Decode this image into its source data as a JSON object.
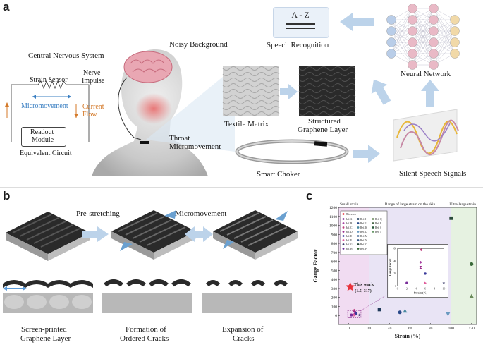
{
  "panel_a": {
    "letter": "a",
    "labels": {
      "noisy_background": "Noisy Background",
      "speech_recognition": "Speech Recognition",
      "neural_network": "Neural Network",
      "central_nervous_system": "Central Nervous System",
      "nerve_impulse_1": "Nerve",
      "nerve_impulse_2": "Impulse",
      "strain_sensor": "Strain Sensor",
      "micromovement": "Micromovement",
      "current_flow_1": "Current",
      "current_flow_2": "Flow",
      "readout_1": "Readout",
      "readout_2": "Module",
      "equivalent_circuit": "Equivalent Circuit",
      "textile_matrix": "Textile Matrix",
      "structured_1": "Structured",
      "structured_2": "Graphene Layer",
      "throat_1": "Throat",
      "throat_2": "Micromovement",
      "smart_choker": "Smart Choker",
      "silent_speech": "Silent Speech Signals",
      "az": "A - Z"
    }
  },
  "panel_b": {
    "letter": "b",
    "labels": {
      "pre_stretching": "Pre-stretching",
      "micromovement": "Micromovement",
      "screen_printed_1": "Screen-printed",
      "screen_printed_2": "Graphene Layer",
      "formation_1": "Formation of",
      "formation_2": "Ordered Cracks",
      "expansion_1": "Expansion of",
      "expansion_2": "Cracks"
    }
  },
  "panel_c": {
    "letter": "c",
    "regions": {
      "small": "Small strain",
      "range": "Range of large strain on the skin",
      "ultra": "Ultra-large strain"
    },
    "this_work_1": "This work",
    "this_work_2": "(1.5, 317)",
    "colors": {
      "small": "#f1dcf2",
      "mid": "#e9e4f5",
      "ultra": "#e6f2e1"
    }
  },
  "chart_data": [
    {
      "type": "scatter",
      "xlabel": "Strain (%)",
      "ylabel": "Gauge Factor",
      "xlim": [
        -10,
        125
      ],
      "ylim": [
        -100,
        1200
      ],
      "xticks": [
        0,
        20,
        40,
        60,
        80,
        100,
        120
      ],
      "yticks": [
        0,
        100,
        200,
        300,
        400,
        500,
        600,
        700,
        800,
        900,
        1000,
        1100,
        1200
      ],
      "legend": [
        "This work",
        "Ref. A",
        "Ref. B",
        "Ref. C",
        "Ref. D",
        "Ref. E",
        "Ref. F",
        "Ref. G",
        "Ref. H",
        "Ref. I",
        "Ref. J",
        "Ref. K",
        "Ref. L",
        "Ref. M",
        "Ref. N",
        "Ref. O",
        "Ref. P",
        "Ref. Q",
        "Ref. R",
        "Ref. S",
        "Ref. T"
      ],
      "points": [
        {
          "x": 1.5,
          "y": 317,
          "marker": "star",
          "color": "#e8323c"
        },
        {
          "x": 2,
          "y": 5,
          "marker": "circle",
          "color": "#7a2f9a"
        },
        {
          "x": 5,
          "y": 38,
          "marker": "diamond",
          "color": "#a63fa0"
        },
        {
          "x": 5,
          "y": 58,
          "marker": "tri-left",
          "color": "#c04080"
        },
        {
          "x": 5,
          "y": 30,
          "marker": "hourglass",
          "color": "#9a2a8a"
        },
        {
          "x": 6,
          "y": 20,
          "marker": "circle",
          "color": "#3a3a9a"
        },
        {
          "x": 6,
          "y": 5,
          "marker": "tri-right",
          "color": "#e05a9a"
        },
        {
          "x": 10,
          "y": 5,
          "marker": "star",
          "color": "#3a3a6a"
        },
        {
          "x": 30,
          "y": 65,
          "marker": "square",
          "color": "#1f3a5a"
        },
        {
          "x": 50,
          "y": 35,
          "marker": "circle",
          "color": "#2a4a8a"
        },
        {
          "x": 55,
          "y": 50,
          "marker": "triangle",
          "color": "#4a8aa0"
        },
        {
          "x": 97,
          "y": 15,
          "marker": "tri-down",
          "color": "#6a9ac0"
        },
        {
          "x": 100,
          "y": 1080,
          "marker": "square",
          "color": "#2a4a3a"
        },
        {
          "x": 120,
          "y": 570,
          "marker": "circle",
          "color": "#3a6a3a"
        },
        {
          "x": 120,
          "y": 215,
          "marker": "triangle",
          "color": "#6a8a5a"
        }
      ],
      "inset": {
        "xlabel": "Strain (%)",
        "ylabel": "Gauge Factor",
        "xlim": [
          0,
          10
        ],
        "ylim": [
          0,
          60
        ],
        "xticks": [
          0,
          2,
          4,
          6,
          8,
          10
        ],
        "yticks": [
          0,
          20,
          40,
          60
        ]
      }
    }
  ]
}
